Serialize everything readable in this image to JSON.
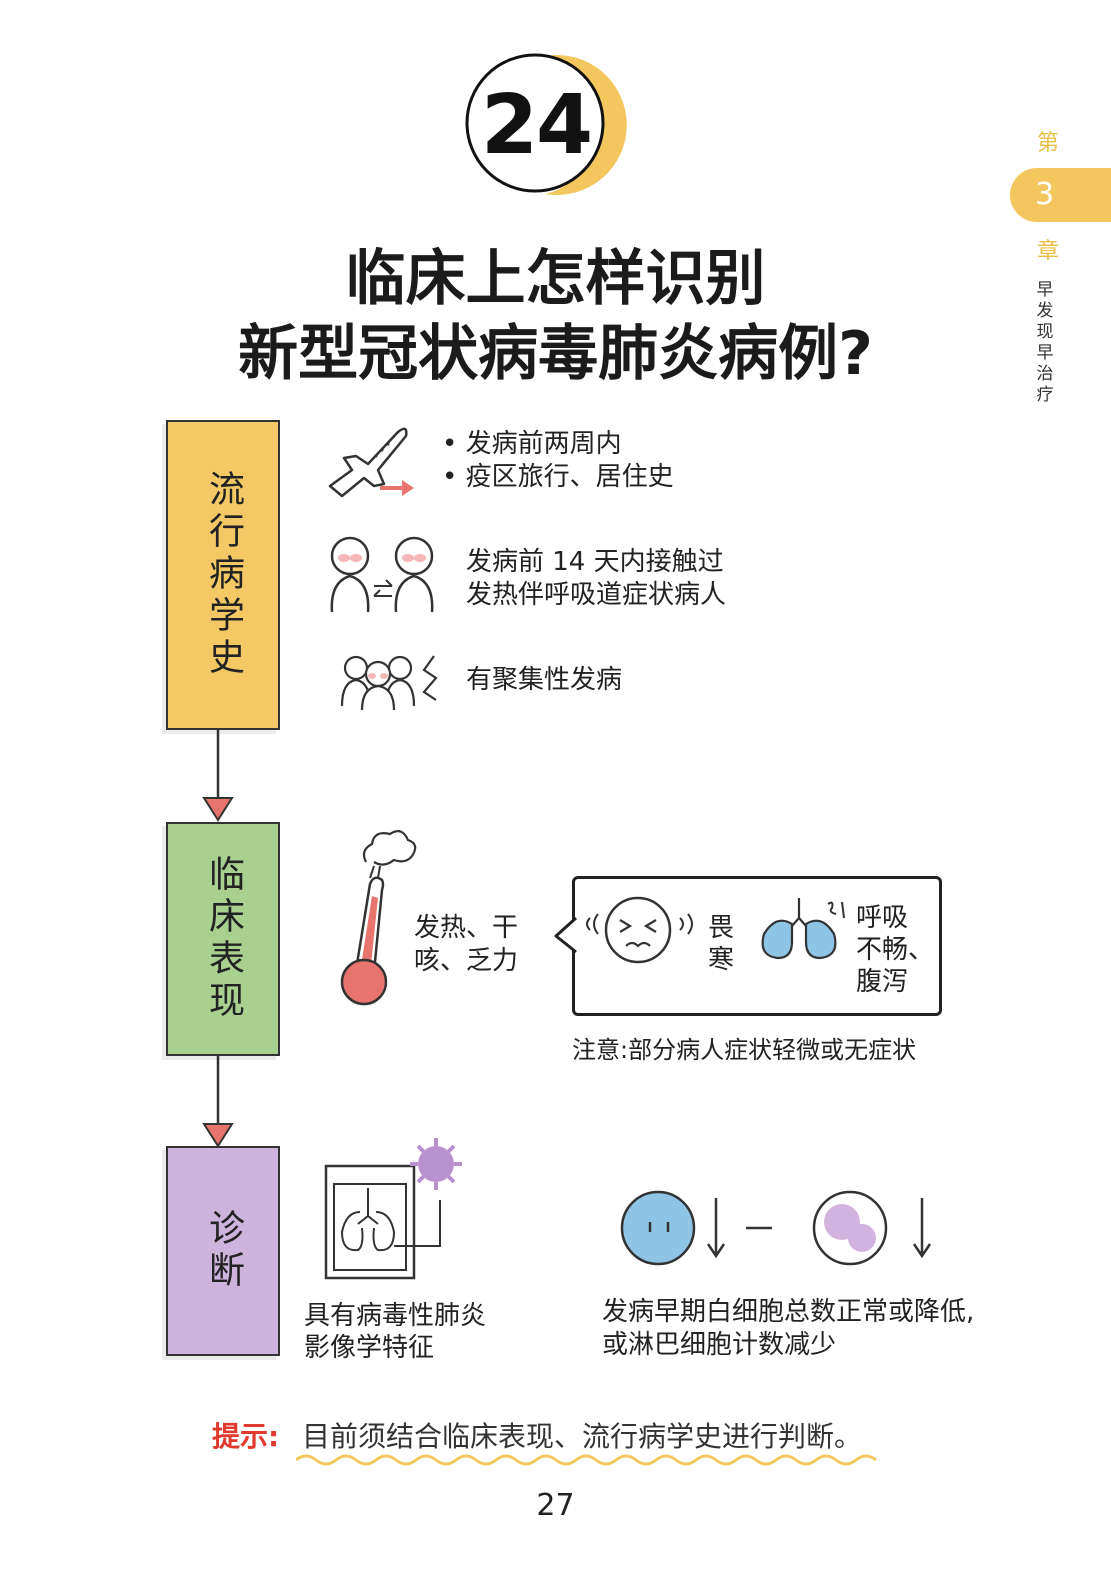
{
  "chapter": {
    "top": "第",
    "number": "3",
    "bottom": "章",
    "subtitle": "早发现早治疗"
  },
  "section_number": "24",
  "title": {
    "line1": "临床上怎样识别",
    "line2": "新型冠状病毒肺炎病例?"
  },
  "stages": [
    {
      "label": "流行病学史",
      "items": [
        {
          "icon": "airplane-icon",
          "lines": [
            "• 发病前两周内",
            "• 疫区旅行、居住史"
          ]
        },
        {
          "icon": "contact-people-icon",
          "lines": [
            "发病前 14 天内接触过",
            "发热伴呼吸道症状病人"
          ]
        },
        {
          "icon": "crowd-icon",
          "lines": [
            "有聚集性发病"
          ]
        }
      ]
    },
    {
      "label": "临床表现",
      "main_symptoms": [
        "发热、干",
        "咳、乏力"
      ],
      "bubble": {
        "chills": [
          "畏",
          "寒"
        ],
        "other": [
          "呼吸",
          "不畅、",
          "腹泻"
        ]
      },
      "note": "注意:部分病人症状轻微或无症状"
    },
    {
      "label": "诊断",
      "imaging": [
        "具有病毒性肺炎",
        "影像学特征"
      ],
      "blood": [
        "发病早期白细胞总数正常或降低,",
        "或淋巴细胞计数减少"
      ]
    }
  ],
  "tip": {
    "label": "提示:",
    "text": "目前须结合临床表现、流行病学史进行判断。"
  },
  "page_number": "27",
  "colors": {
    "yellow": "#f4c865",
    "green": "#a9d08e",
    "purple": "#cdb4dd",
    "accent": "#e9bf4a",
    "tip": "#e03a2f"
  }
}
